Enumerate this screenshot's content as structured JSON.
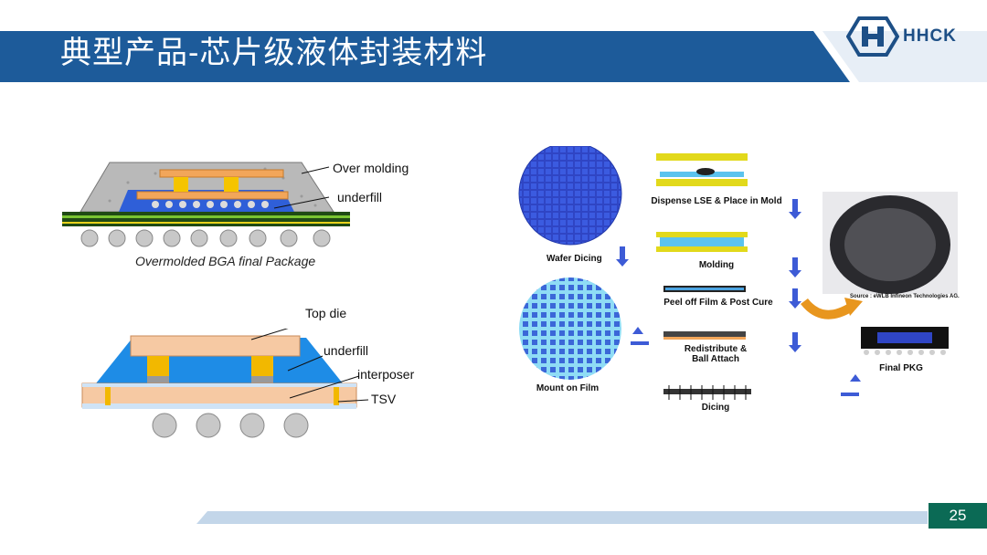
{
  "slide": {
    "title": "典型产品-芯片级液体封装材料",
    "logo_text": "HHCK",
    "page_number": "25",
    "brand_color": "#1d5b9a"
  },
  "diagram_bga": {
    "labels": {
      "over_molding": "Over molding",
      "underfill": "underfill",
      "caption": "Overmolded BGA final Package"
    }
  },
  "diagram_interposer": {
    "labels": {
      "top_die": "Top die",
      "underfill": "underfill",
      "interposer": "interposer",
      "tsv": "TSV"
    }
  },
  "process_flow": {
    "wafer_dicing": "Wafer Dicing",
    "mount_on_film": "Mount on Film",
    "dispense": "Dispense LSE & Place in Mold",
    "molding": "Molding",
    "peel_off": "Peel off Film & Post Cure",
    "redistribute": "Redistribute  &  Ball Attach",
    "dicing": "Dicing",
    "final_pkg": "Final PKG",
    "source": "Source : eWLB Infineon Technologies AG."
  }
}
